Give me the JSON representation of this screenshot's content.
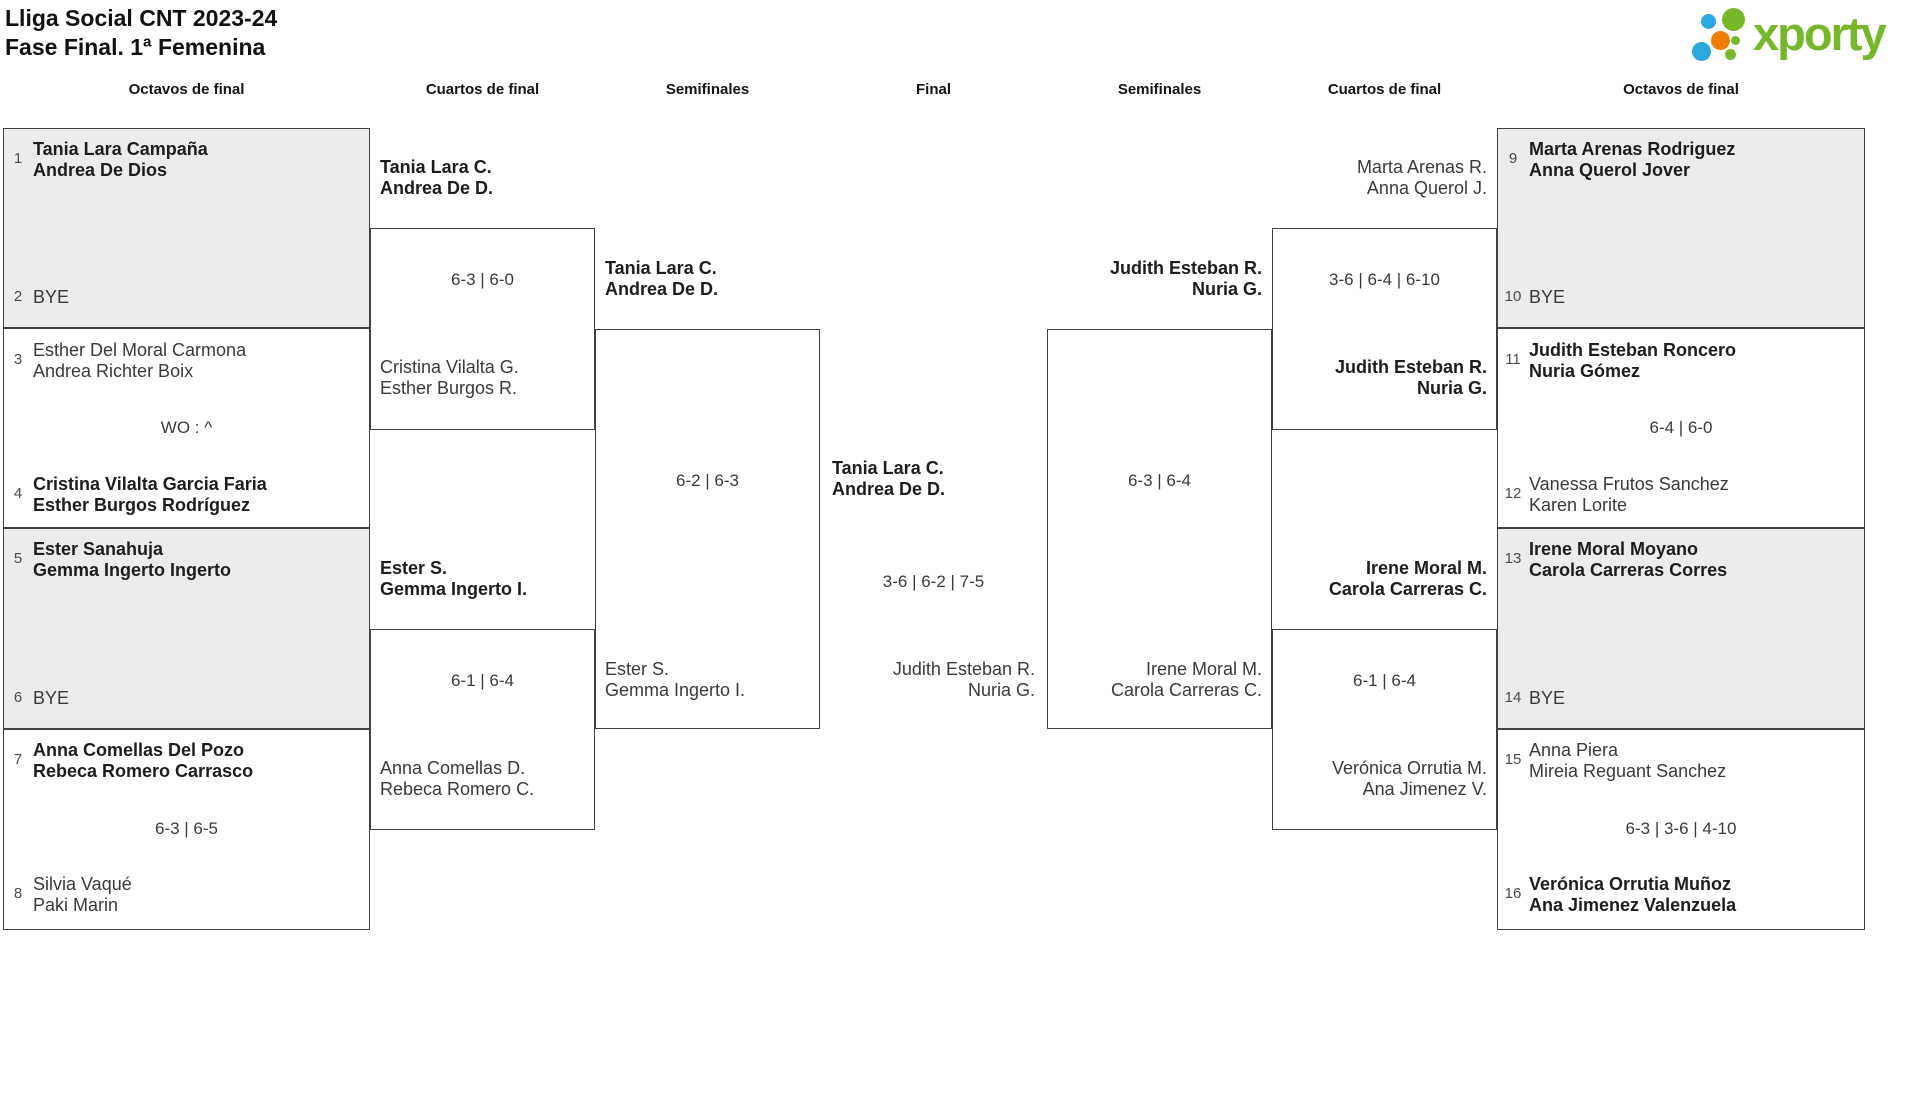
{
  "title": {
    "line1": "Lliga Social CNT 2023-24",
    "line2": "Fase Final. 1ª Femenina"
  },
  "logo": {
    "brand": "xporty",
    "green": "#76b82a",
    "blue": "#2aa9e0",
    "orange": "#ef7f00"
  },
  "headers": [
    "Octavos de final",
    "Cuartos de final",
    "Semifinales",
    "Final",
    "Semifinales",
    "Cuartos de final",
    "Octavos de final"
  ],
  "colors": {
    "box_border": "#424242",
    "box_fill_alt": "#ececec",
    "bold_text": "#1d1d1d",
    "regular_text": "#3a3a3a"
  },
  "rounds": {
    "r16_left": {
      "m1": {
        "seed_top": "1",
        "top": [
          "Tania Lara Campaña",
          "Andrea De Dios"
        ],
        "seed_bottom": "2",
        "bottom": [
          "BYE"
        ]
      },
      "m2": {
        "seed_top": "3",
        "top": [
          "Esther Del Moral Carmona",
          "Andrea Richter Boix"
        ],
        "score": "WO : ^",
        "seed_bottom": "4",
        "bottom": [
          "Cristina Vilalta Garcia Faria",
          "Esther Burgos Rodríguez"
        ]
      },
      "m3": {
        "seed_top": "5",
        "top": [
          "Ester Sanahuja",
          "Gemma Ingerto Ingerto"
        ],
        "seed_bottom": "6",
        "bottom": [
          "BYE"
        ]
      },
      "m4": {
        "seed_top": "7",
        "top": [
          "Anna Comellas Del Pozo",
          "Rebeca Romero Carrasco"
        ],
        "score": "6-3 | 6-5",
        "seed_bottom": "8",
        "bottom": [
          "Silvia Vaqué",
          "Paki Marin"
        ]
      }
    },
    "qf_left": {
      "m1": {
        "top": [
          "Tania Lara C.",
          "Andrea De D."
        ],
        "score": "6-3 | 6-0",
        "bottom": [
          "Cristina Vilalta G.",
          "Esther Burgos R."
        ]
      },
      "m2": {
        "top": [
          "Ester S.",
          "Gemma Ingerto I."
        ],
        "score": "6-1 | 6-4",
        "bottom": [
          "Anna Comellas D.",
          "Rebeca Romero C."
        ]
      }
    },
    "sf_left": {
      "top": [
        "Tania Lara C.",
        "Andrea De D."
      ],
      "score": "6-2 | 6-3",
      "bottom": [
        "Ester S.",
        "Gemma Ingerto I."
      ]
    },
    "final": {
      "top": [
        "Tania Lara C.",
        "Andrea De D."
      ],
      "score": "3-6 | 6-2 | 7-5",
      "bottom": [
        "Judith Esteban R.",
        "Nuria G."
      ]
    },
    "sf_right": {
      "top": [
        "Judith Esteban R.",
        "Nuria G."
      ],
      "score": "6-3 | 6-4",
      "bottom": [
        "Irene Moral M.",
        "Carola Carreras C."
      ]
    },
    "qf_right": {
      "m1": {
        "top": [
          "Marta Arenas R.",
          "Anna Querol J."
        ],
        "score": "3-6 | 6-4 | 6-10",
        "bottom": [
          "Judith Esteban R.",
          "Nuria G."
        ]
      },
      "m2": {
        "top": [
          "Irene Moral M.",
          "Carola Carreras C."
        ],
        "score": "6-1 | 6-4",
        "bottom": [
          "Verónica Orrutia M.",
          "Ana Jimenez V."
        ]
      }
    },
    "r16_right": {
      "m1": {
        "seed_top": "9",
        "top": [
          "Marta Arenas Rodriguez",
          "Anna Querol Jover"
        ],
        "seed_bottom": "10",
        "bottom": [
          "BYE"
        ]
      },
      "m2": {
        "seed_top": "11",
        "top": [
          "Judith Esteban Roncero",
          "Nuria Gómez"
        ],
        "score": "6-4 | 6-0",
        "seed_bottom": "12",
        "bottom": [
          "Vanessa Frutos Sanchez",
          "Karen Lorite"
        ]
      },
      "m3": {
        "seed_top": "13",
        "top": [
          "Irene Moral Moyano",
          "Carola Carreras Corres"
        ],
        "seed_bottom": "14",
        "bottom": [
          "BYE"
        ]
      },
      "m4": {
        "seed_top": "15",
        "top": [
          "Anna Piera",
          "Mireia Reguant Sanchez"
        ],
        "score": "6-3 | 3-6 | 4-10",
        "seed_bottom": "16",
        "bottom": [
          "Verónica Orrutia Muñoz",
          "Ana Jimenez Valenzuela"
        ]
      }
    }
  }
}
